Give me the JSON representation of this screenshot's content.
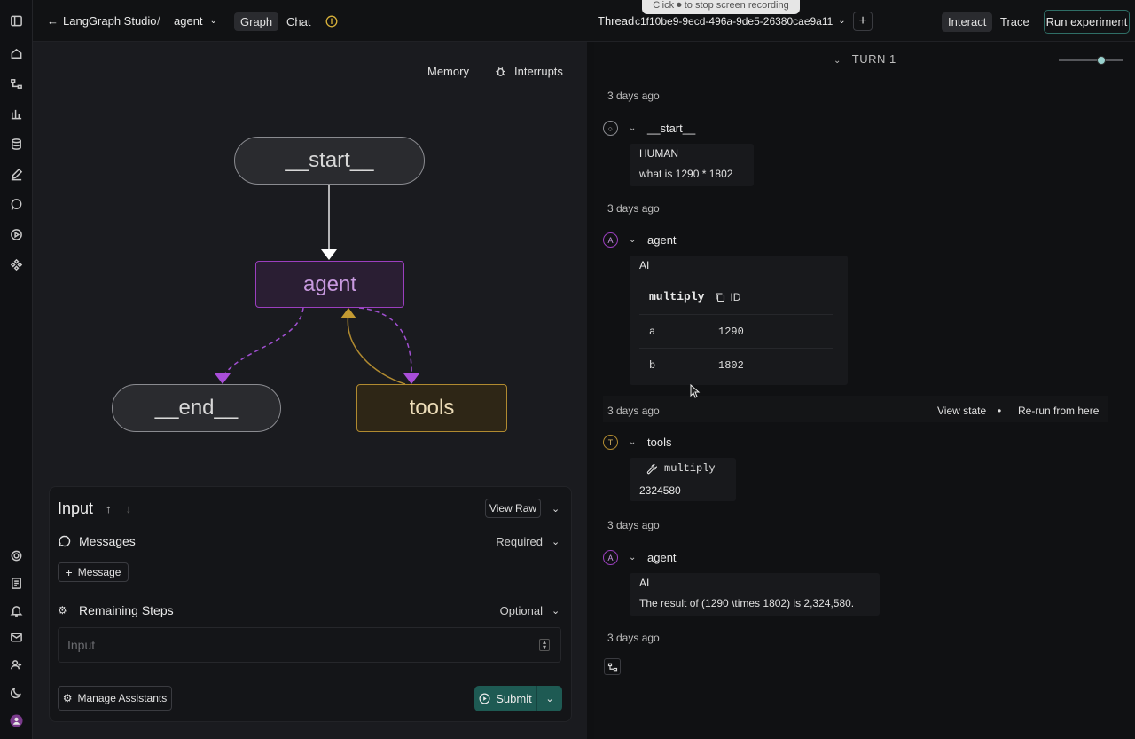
{
  "topbar": {
    "breadcrumb_app": "LangGraph Studio",
    "breadcrumb_sep": "/",
    "graph_name": "agent",
    "tab_graph": "Graph",
    "tab_chat": "Chat",
    "recording_banner": "Click ⏺ to stop screen recording",
    "thread_label": "Thread",
    "thread_id": "c1f10be9-9ecd-496a-9de5-26380cae9a11",
    "interact": "Interact",
    "trace": "Trace",
    "run_experiment": "Run experiment"
  },
  "canvas": {
    "memory": "Memory",
    "interrupts": "Interrupts",
    "nodes": {
      "start": "__start__",
      "agent": "agent",
      "end": "__end__",
      "tools": "tools"
    }
  },
  "input_panel": {
    "title": "Input",
    "view_raw": "View Raw",
    "messages_label": "Messages",
    "messages_req": "Required",
    "add_message": "Message",
    "remaining_label": "Remaining Steps",
    "remaining_req": "Optional",
    "input_placeholder": "Input",
    "manage_assistants": "Manage Assistants",
    "submit": "Submit"
  },
  "thread": {
    "turn_label": "TURN 1",
    "steps": [
      {
        "time": "3 days ago",
        "node": "__start__",
        "role": "HUMAN",
        "text": "what is 1290 * 1802"
      },
      {
        "time": "3 days ago",
        "node": "agent",
        "role": "AI",
        "tool_call": {
          "name": "multiply",
          "id_label": "ID",
          "args": [
            {
              "k": "a",
              "v": "1290"
            },
            {
              "k": "b",
              "v": "1802"
            }
          ]
        }
      },
      {
        "time": "3 days ago",
        "node": "tools",
        "tool": "multiply",
        "text": "2324580",
        "view_state": "View state",
        "sep": "•",
        "rerun": "Re-run from here"
      },
      {
        "time": "3 days ago",
        "node": "agent",
        "role": "AI",
        "text": "The result of (1290 \\times 1802) is 2,324,580."
      },
      {
        "time": "3 days ago"
      }
    ]
  },
  "colors": {
    "agent": "#9b3fbf",
    "tools": "#b08a30",
    "submit": "#1e5a53"
  }
}
